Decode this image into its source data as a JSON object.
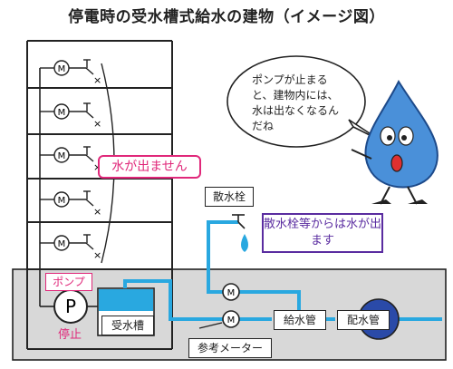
{
  "title": "停電時の受水槽式給水の建物（イメージ図）",
  "labels": {
    "no_water": "水が出ません",
    "pump": "ポンプ",
    "stopped": "停止",
    "pump_symbol": "P",
    "meter_symbol": "M",
    "receiving_tank": "受水槽",
    "supply_pipe": "給水管",
    "distribution_pipe": "配水管",
    "hydrant": "散水栓",
    "hydrant_ok": "散水栓等からは水が出ます",
    "reference_meter": "参考メーター"
  },
  "speech_bubble": "ポンプが止まると、建物内には、水は出なくなるんだね",
  "colors": {
    "pipe_blue": "#29a8e0",
    "tank_blue": "#29a8e0",
    "accent_pink": "#e0287a",
    "accent_purple": "#5a2ca0",
    "ground_gray": "#d8d8d8",
    "drop_blue": "#4a90d9"
  }
}
